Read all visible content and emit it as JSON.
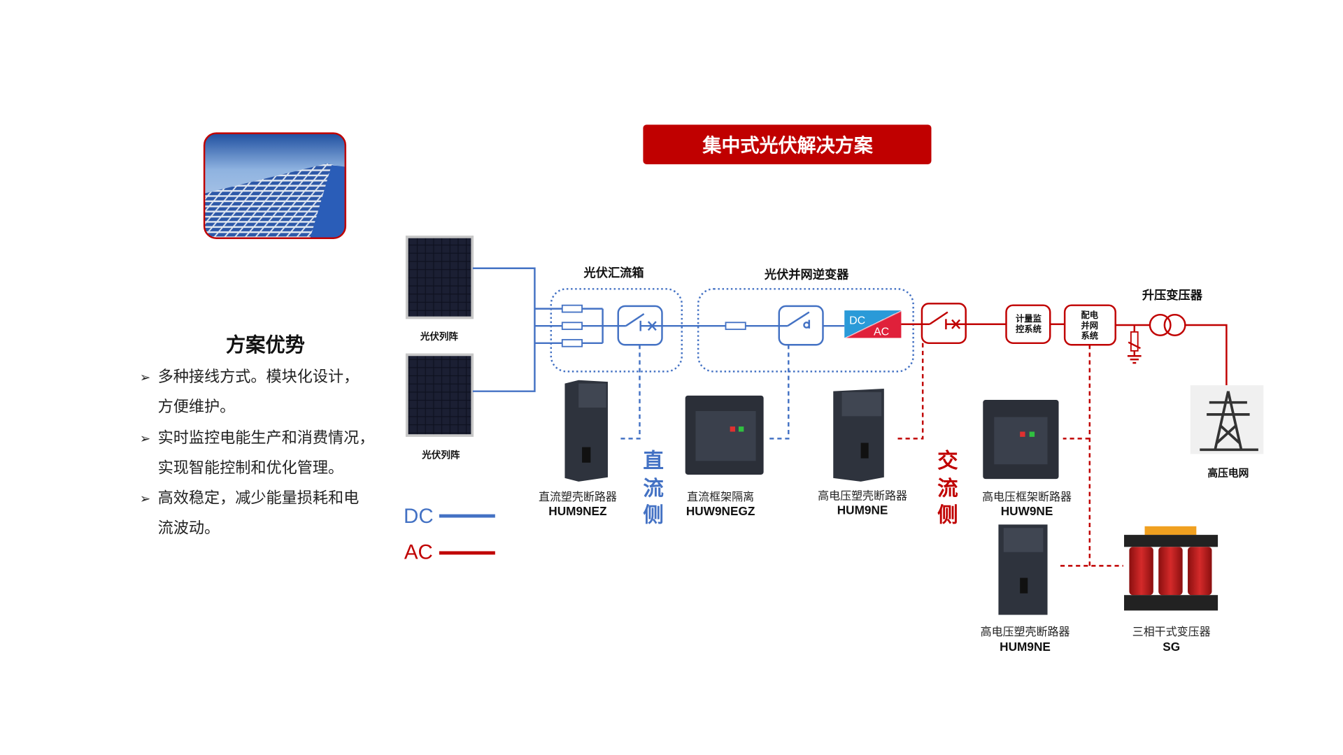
{
  "title": "集中式光伏解决方案",
  "advantages": {
    "heading": "方案优势",
    "bullet_icon": "arrow-bullet-icon",
    "lines": [
      {
        "bullet": true,
        "text": "多种接线方式。模块化设计，"
      },
      {
        "bullet": false,
        "text": "方便维护。"
      },
      {
        "bullet": true,
        "text": "实时监控电能生产和消费情况，"
      },
      {
        "bullet": false,
        "text": "实现智能控制和优化管理。"
      },
      {
        "bullet": true,
        "text": "高效稳定，减少能量损耗和电"
      },
      {
        "bullet": false,
        "text": "流波动。"
      }
    ]
  },
  "diagram": {
    "pv_array_1": "光伏列阵",
    "pv_array_2": "光伏列阵",
    "combiner_box": "光伏汇流箱",
    "inverter": "光伏并网逆变器",
    "dc_label": "DC",
    "ac_label": "AC",
    "metering": [
      "计量监",
      "控系统"
    ],
    "distribution": [
      "配电",
      "并网",
      "系统"
    ],
    "step_up_transformer": "升压变压器",
    "grid": "高压电网",
    "dc_side": [
      "直",
      "流",
      "侧"
    ],
    "ac_side": [
      "交",
      "流",
      "侧"
    ]
  },
  "products": [
    {
      "name": "直流塑壳断路器",
      "model": "HUM9NEZ"
    },
    {
      "name": "直流框架隔离",
      "model": "HUW9NEGZ"
    },
    {
      "name": "高电压塑壳断路器",
      "model": "HUM9NE"
    },
    {
      "name": "高电压框架断路器",
      "model": "HUW9NE"
    },
    {
      "name": "高电压塑壳断路器",
      "model": "HUM9NE"
    },
    {
      "name": "三相干式变压器",
      "model": "SG"
    }
  ],
  "legend": {
    "dc": "DC",
    "ac": "AC"
  },
  "colors": {
    "dc": "#4472c4",
    "ac": "#c00000",
    "banner": "#c00000"
  }
}
